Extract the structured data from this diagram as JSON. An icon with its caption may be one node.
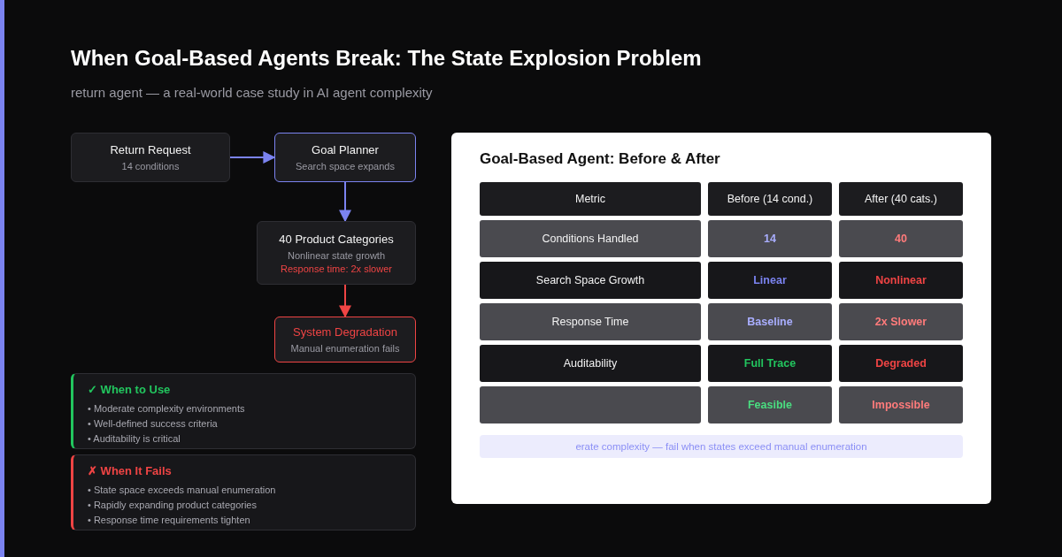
{
  "diagram": {
    "title": "When Goal-Based Agents Break: The State Explosion Problem",
    "caption": "return agent — a real-world case study in AI agent complexity",
    "nodes": [
      {
        "text": [
          "Return Request",
          "14 conditions"
        ]
      },
      {
        "text": [
          "Goal Planner",
          "Search space expands"
        ]
      },
      {
        "text": [
          "40 Product Categories",
          "Nonlinear state growth",
          "Response time: 2x slower"
        ]
      },
      {
        "text": [
          "System Degradation",
          "Manual enumeration fails"
        ]
      },
      {
        "text": [
          "✓ When to Use",
          "• Moderate complexity environments",
          "• Well-defined success criteria",
          "• Auditability is critical"
        ]
      },
      {
        "text": [
          "✗ When It Fails",
          "• State space exceeds manual enumeration",
          "• Rapidly expanding product categories",
          "• Response time requirements tighten"
        ]
      },
      {
        "text": [
          "Goal-Based Agent: Before & After"
        ]
      }
    ],
    "edges": [
      {
        "from": 0,
        "to": 1,
        "arrow": "to"
      },
      {
        "from": 1,
        "to": 2,
        "arrow": "to"
      },
      {
        "from": 2,
        "to": 3,
        "arrow": "to",
        "color": "#ef4444"
      }
    ],
    "labels": [
      "Metric",
      "Before (14 cond.)",
      "After (40 cats.)",
      "Conditions Handled",
      "14",
      "40",
      "Search Space Growth",
      "Linear",
      "Nonlinear",
      "Response Time",
      "Baseline",
      "2x Slower",
      "Auditability",
      "Full Trace",
      "Degraded",
      "Feasible",
      "Impossible",
      "erate complexity — fail when states exceed manual enumeration"
    ]
  }
}
